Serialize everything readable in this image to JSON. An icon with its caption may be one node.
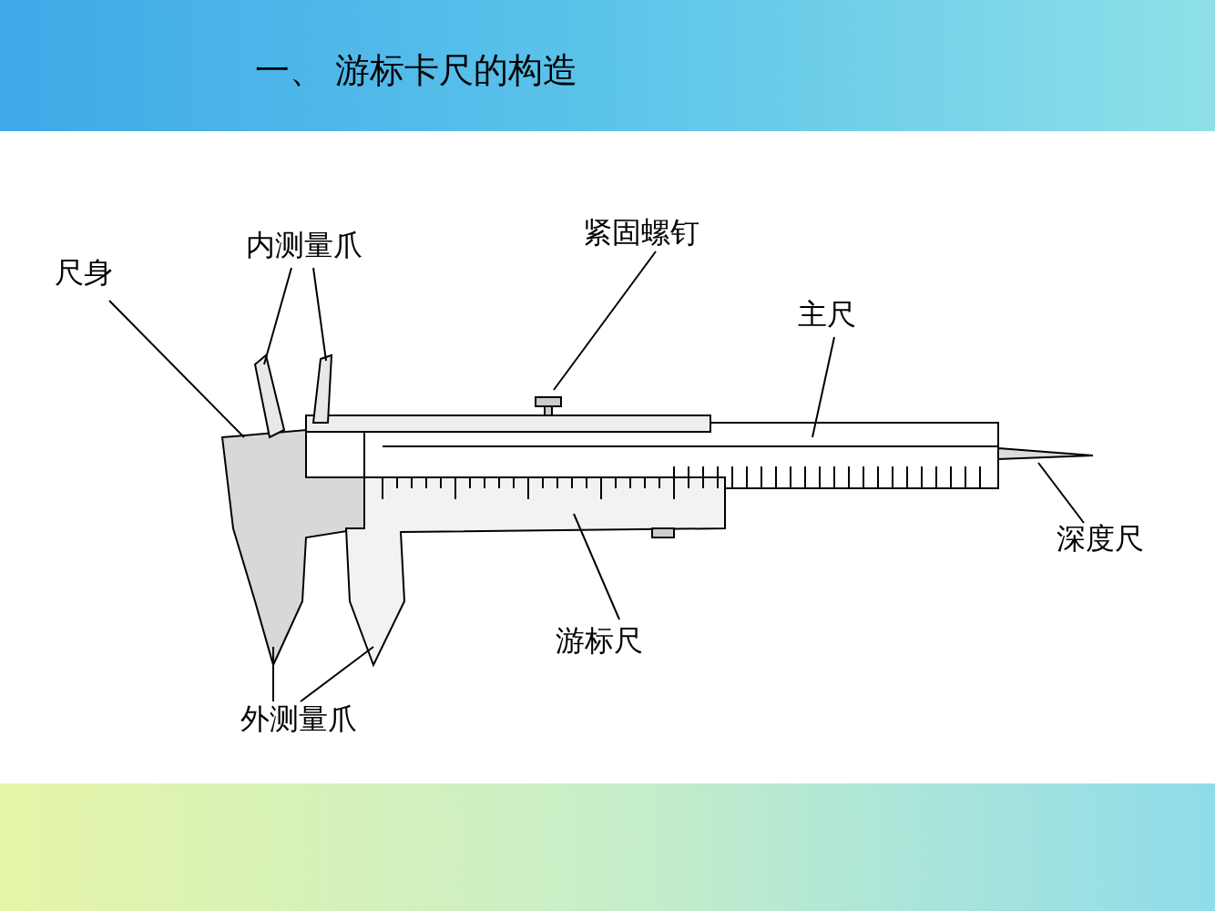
{
  "diagram": {
    "title": "一、 游标卡尺的构造",
    "nodes": [
      {
        "text": [
          "尺身"
        ]
      },
      {
        "text": [
          "内测量爪"
        ]
      },
      {
        "text": [
          "紧固螺钉"
        ]
      },
      {
        "text": [
          "主尺"
        ]
      },
      {
        "text": [
          "深度尺"
        ]
      },
      {
        "text": [
          "游标尺"
        ]
      },
      {
        "text": [
          "外测量爪"
        ]
      }
    ],
    "edges": [
      {
        "from": 0,
        "to": null,
        "arrow": "none"
      },
      {
        "from": 1,
        "to": null,
        "arrow": "none"
      },
      {
        "from": 1,
        "to": null,
        "arrow": "none"
      },
      {
        "from": 2,
        "to": null,
        "arrow": "none"
      },
      {
        "from": 3,
        "to": null,
        "arrow": "none"
      },
      {
        "from": 4,
        "to": null,
        "arrow": "none"
      },
      {
        "from": 5,
        "to": null,
        "arrow": "none"
      },
      {
        "from": 6,
        "to": null,
        "arrow": "none"
      },
      {
        "from": 6,
        "to": null,
        "arrow": "none"
      }
    ]
  }
}
